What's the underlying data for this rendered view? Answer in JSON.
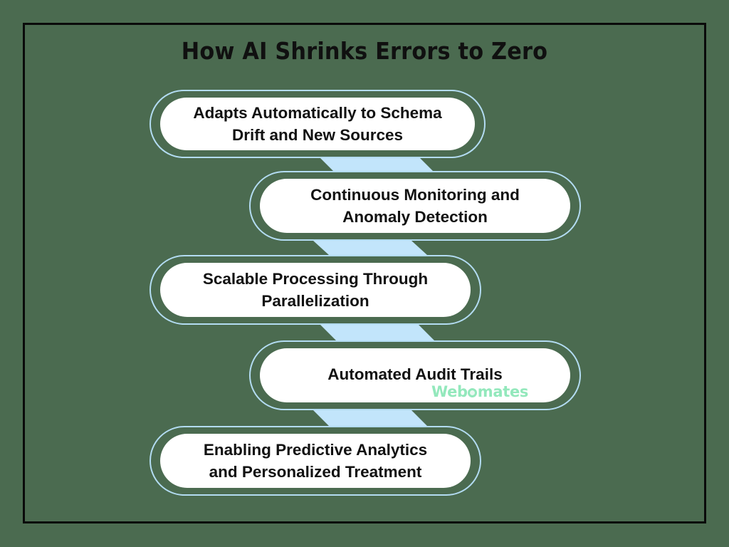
{
  "page": {
    "background_color": "#4b6b50",
    "frame_color": "#0a0a0a",
    "title": "How AI Shrinks Errors to Zero"
  },
  "theme": {
    "pill_fill": "#ffffff",
    "pill_outline": "#b3dcf2",
    "ribbon_color": "#c2e5fb",
    "text_color": "#111111",
    "watermark_color": "#93e8bc"
  },
  "steps": [
    {
      "index": 1,
      "label": "Adapts Automatically to Schema\nDrift and New Sources",
      "align": "left"
    },
    {
      "index": 2,
      "label": "Continuous Monitoring and\nAnomaly Detection",
      "align": "right"
    },
    {
      "index": 3,
      "label": "Scalable Processing Through\nParallelization",
      "align": "left"
    },
    {
      "index": 4,
      "label": "Automated Audit Trails",
      "align": "right"
    },
    {
      "index": 5,
      "label": "Enabling Predictive Analytics\nand Personalized Treatment",
      "align": "left"
    }
  ],
  "watermark": {
    "part_1": "Web",
    "part_2": "mates",
    "full": "Webomates"
  }
}
